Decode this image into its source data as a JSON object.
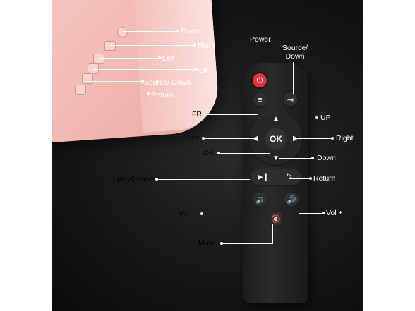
{
  "projector_labels": {
    "power": "Power",
    "right": "Right",
    "left": "Left",
    "ok": "OK",
    "source_down": "Source/ Down",
    "return": "Return"
  },
  "remote_labels": {
    "power": "Power",
    "source_down": "Source/\nDown",
    "fr": "FR",
    "up": "UP",
    "left": "Left",
    "right": "Right",
    "ok": "OK",
    "down": "Down",
    "play_pause": "play/pause",
    "return": "Return",
    "vol_minus": "Vol -",
    "vol_plus": "Vol +",
    "mute": "Mute"
  },
  "remote_buttons": {
    "ok_text": "OK"
  },
  "colors": {
    "power_red": "#e0333a",
    "projector_pink": "#f2b9b3",
    "background_dark": "#161616"
  },
  "icons": [
    "power-icon",
    "source-input-icon",
    "menu-icon",
    "play-pause-icon",
    "return-icon",
    "volume-down-icon",
    "volume-up-icon",
    "mute-icon"
  ]
}
